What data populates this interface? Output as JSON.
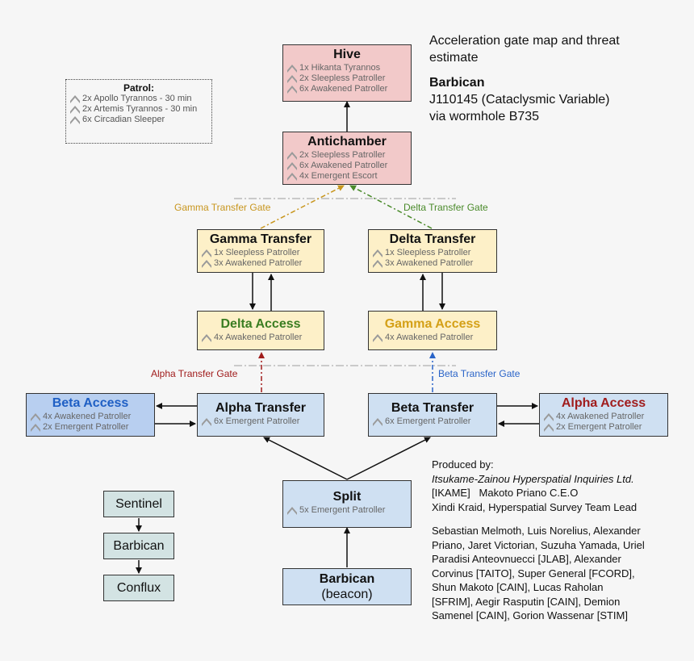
{
  "header": {
    "title_line1": "Acceleration gate map and threat",
    "title_line2": "estimate",
    "system": "Barbican",
    "system_detail": "J110145 (Cataclysmic Variable)",
    "via": "via wormhole B735"
  },
  "patrol": {
    "title": "Patrol:",
    "rows": [
      "2x Apollo Tyrannos - 30 min",
      "2x Artemis Tyrannos - 30 min",
      "6x Circadian Sleeper"
    ]
  },
  "nodes": {
    "hive": {
      "title": "Hive",
      "rows": [
        "1x Hikanta Tyrannos",
        "2x Sleepless Patroller",
        "6x Awakened Patroller"
      ]
    },
    "antichamber": {
      "title": "Antichamber",
      "rows": [
        "2x Sleepless Patroller",
        "6x Awakened Patroller",
        "4x Emergent Escort"
      ]
    },
    "gamma_transfer": {
      "title": "Gamma Transfer",
      "rows": [
        "1x Sleepless Patroller",
        "3x Awakened Patroller"
      ]
    },
    "delta_transfer": {
      "title": "Delta Transfer",
      "rows": [
        "1x Sleepless Patroller",
        "3x Awakened Patroller"
      ]
    },
    "delta_access": {
      "title": "Delta Access",
      "title_color": "#3a7d21",
      "rows": [
        "4x Awakened Patroller"
      ]
    },
    "gamma_access": {
      "title": "Gamma Access",
      "title_color": "#d4a017",
      "rows": [
        "4x Awakened Patroller"
      ]
    },
    "beta_access": {
      "title": "Beta Access",
      "title_color": "#1f5fc4",
      "rows": [
        "4x Awakened Patroller",
        "2x Emergent Patroller"
      ]
    },
    "alpha_transfer": {
      "title": "Alpha Transfer",
      "rows": [
        "6x Emergent Patroller"
      ]
    },
    "beta_transfer": {
      "title": "Beta Transfer",
      "rows": [
        "6x Emergent Patroller"
      ]
    },
    "alpha_access": {
      "title": "Alpha Access",
      "title_color": "#a01c1c",
      "rows": [
        "4x Awakened Patroller",
        "2x Emergent Patroller"
      ]
    },
    "split": {
      "title": "Split",
      "rows": [
        "5x Emergent Patroller"
      ]
    },
    "barbican_beacon": {
      "title": "Barbican",
      "subtitle": "(beacon)"
    }
  },
  "gates": {
    "gamma": {
      "label": "Gamma Transfer Gate",
      "color": "#c8961e"
    },
    "delta": {
      "label": "Delta Transfer Gate",
      "color": "#4a8a2a"
    },
    "alpha": {
      "label": "Alpha Transfer Gate",
      "color": "#a01c1c"
    },
    "beta": {
      "label": "Beta Transfer Gate",
      "color": "#2a64c8"
    }
  },
  "legend": {
    "items": [
      "Sentinel",
      "Barbican",
      "Conflux"
    ]
  },
  "credits": {
    "produced_by": "Produced by:",
    "company": "Itsukame-Zainou Hyperspatial Inquiries Ltd.",
    "ceo": "[IKAME]   Makoto Priano C.E.O",
    "lead": "Xindi Kraid, Hyperspatial Survey Team Lead",
    "team_lines": [
      "Sebastian Melmoth, Luis Norelius, Alexander",
      "Priano, Jaret Victorian, Suzuha Yamada, Uriel",
      "Paradisi Anteovnuecci [JLAB], Alexander",
      "Corvinus [TAITO], Super General [FCORD],",
      "Shun Makoto [CAIN], Lucas Raholan",
      "[SFRIM], Aegir Rasputin [CAIN], Demion",
      "Samenel [CAIN], Gorion Wassenar [STIM]"
    ]
  },
  "colors": {
    "hive_fill": "#f2c9c9",
    "transfer_fill": "#fdf0c8",
    "lower_fill": "#cfe0f2",
    "legend_fill": "#d3e3e3",
    "rank_icon": "#9a9a9a"
  },
  "icons": {
    "rank": "chevron-rank-icon"
  }
}
